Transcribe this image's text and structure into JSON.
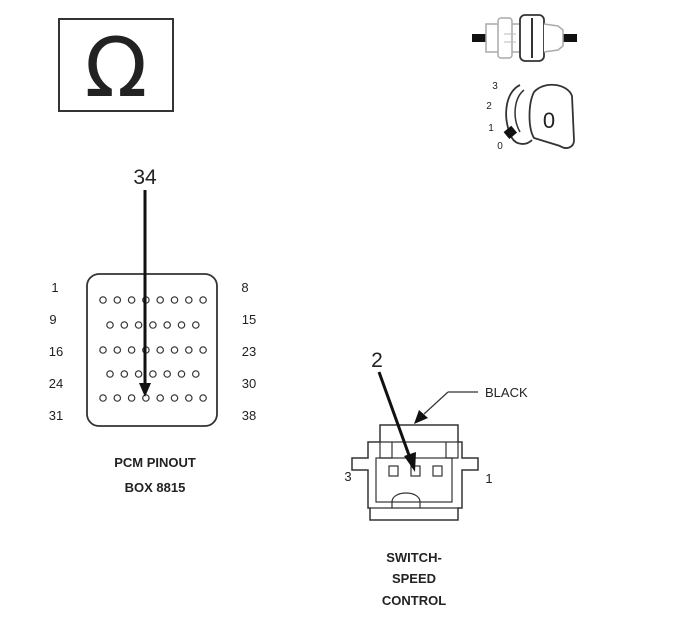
{
  "ohm_symbol": "Ω",
  "key_switch": {
    "positions": [
      "3",
      "2",
      "1",
      "0"
    ],
    "selected": "0"
  },
  "pcm": {
    "pin_callout": "34",
    "row_start_labels": [
      "1",
      "9",
      "16",
      "24",
      "31"
    ],
    "row_end_labels": [
      "8",
      "15",
      "23",
      "30",
      "38"
    ],
    "caption_line1": "PCM PINOUT",
    "caption_line2": "BOX 8815"
  },
  "switch": {
    "pin_callout": "2",
    "wire_color": "BLACK",
    "left_pin": "3",
    "right_pin": "1",
    "caption_line1": "SWITCH-",
    "caption_line2": "SPEED",
    "caption_line3": "CONTROL"
  }
}
